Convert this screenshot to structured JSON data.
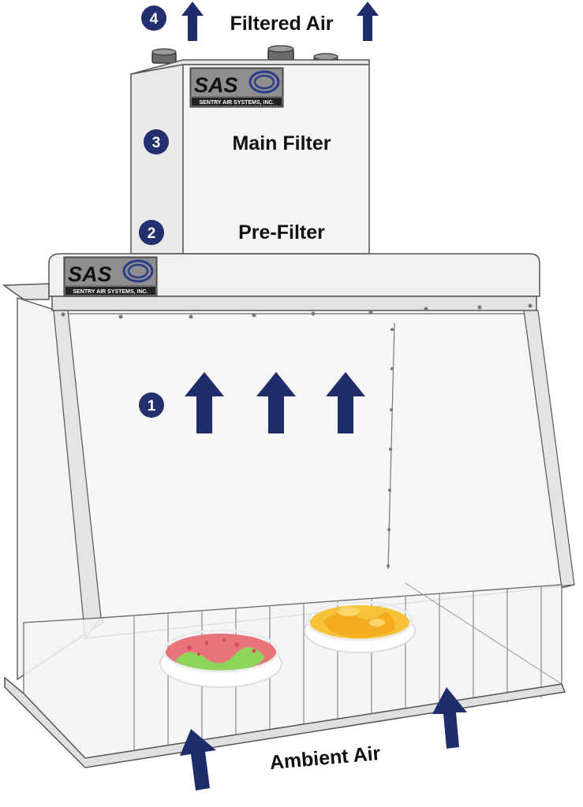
{
  "labels": {
    "filtered_air": "Filtered Air",
    "main_filter": "Main Filter",
    "pre_filter": "Pre-Filter",
    "ambient_air": "Ambient Air"
  },
  "steps": [
    "1",
    "2",
    "3",
    "4"
  ],
  "logo": {
    "brand": "SAS",
    "tagline": "SENTRY AIR SYSTEMS, INC."
  },
  "colors": {
    "arrow": "#1f2d6b",
    "badge": "#24306e",
    "panel": "#f2f2f2",
    "outline": "#555555"
  }
}
